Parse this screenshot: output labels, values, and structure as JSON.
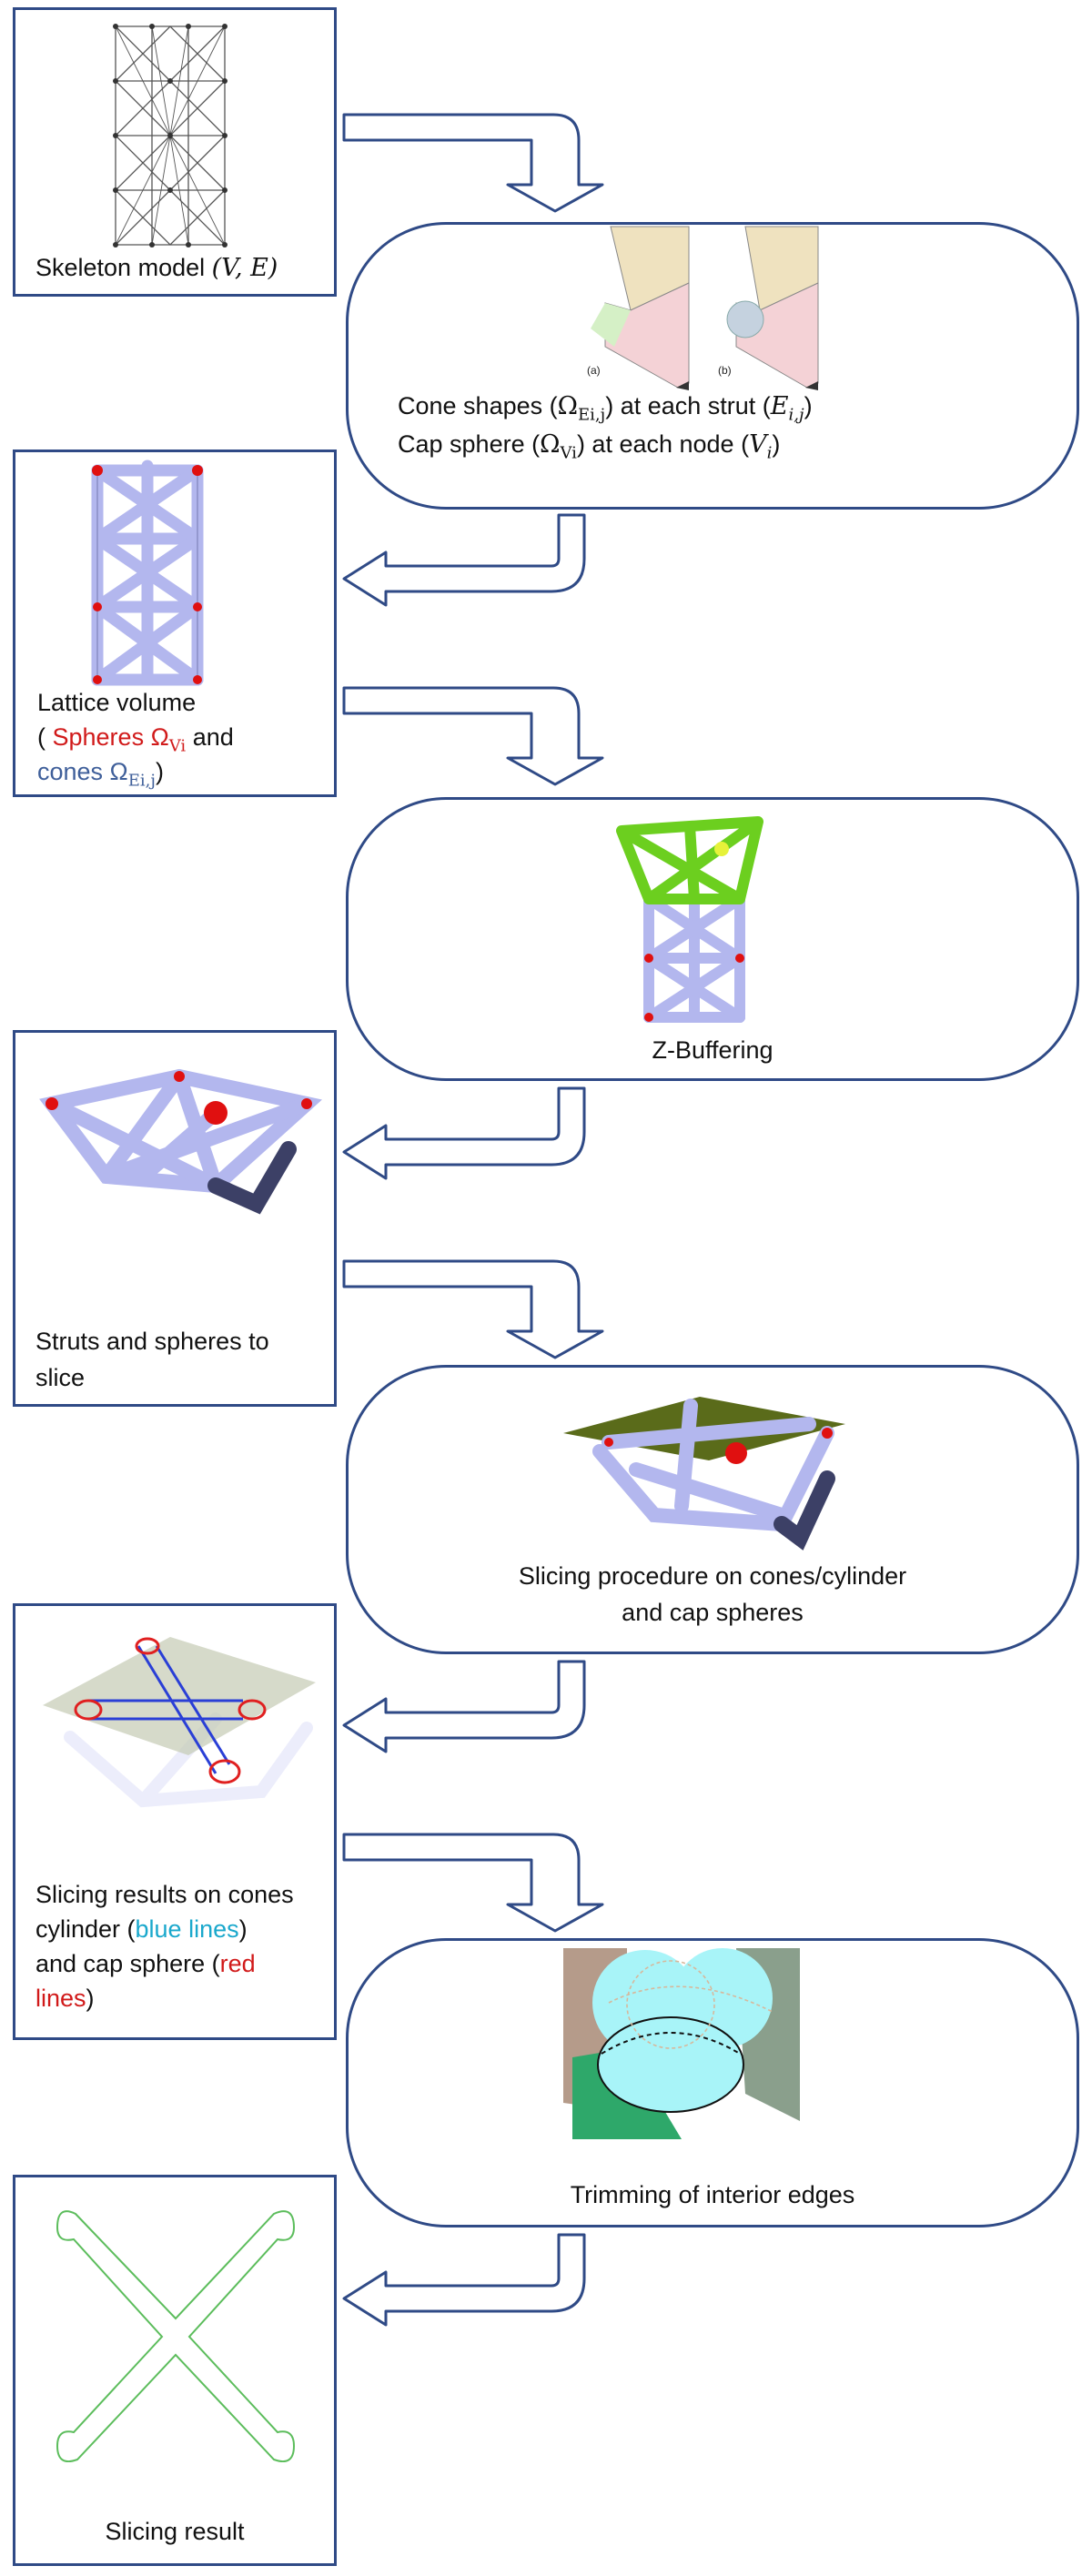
{
  "steps": {
    "skeleton": {
      "label": "Skeleton model ",
      "math": "(V, E)"
    },
    "cone": {
      "line1_a": "Cone shapes (",
      "line1_omega": "Ω",
      "line1_sub": "Ei,j",
      "line1_b": ") at each strut (",
      "line1_e": "E",
      "line1_esub": "i,j",
      "line1_c": ")",
      "line2_a": "Cap sphere (",
      "line2_omega": "Ω",
      "line2_sub": "Vi",
      "line2_b": ") at each node (",
      "line2_v": "V",
      "line2_vsub": "i",
      "line2_c": ")",
      "tag_a": "(a)",
      "tag_b": "(b)"
    },
    "lattice": {
      "line1": "Lattice volume",
      "line2_a": "( ",
      "spheres": "Spheres Ω",
      "spheres_sub": "Vi",
      "line2_b": " and",
      "cones": "cones Ω",
      "cones_sub": "Ei,j",
      "line3_b": ")"
    },
    "zbuffer": {
      "label": "Z-Buffering"
    },
    "struts": {
      "line1": "Struts and spheres to",
      "line2": "slice"
    },
    "slicing": {
      "line1": "Slicing procedure on cones/cylinder",
      "line2": "and cap spheres"
    },
    "results": {
      "line1": "Slicing results on cones",
      "line2_a": "cylinder (",
      "blue_lines": "blue lines",
      "line2_b": ")",
      "line3_a": "and cap sphere (",
      "red_a": "red",
      "red_b": "lines",
      "line4_b": ")"
    },
    "trimming": {
      "label": "Trimming of interior edges"
    },
    "result": {
      "label": "Slicing result"
    }
  },
  "colors": {
    "border": "#2f4a86",
    "strut": "#b3b7ee",
    "node": "#e01010",
    "top_cell": "#6ccf1f",
    "plane": "#5a6b1a",
    "cap": "#a8f4f8"
  }
}
